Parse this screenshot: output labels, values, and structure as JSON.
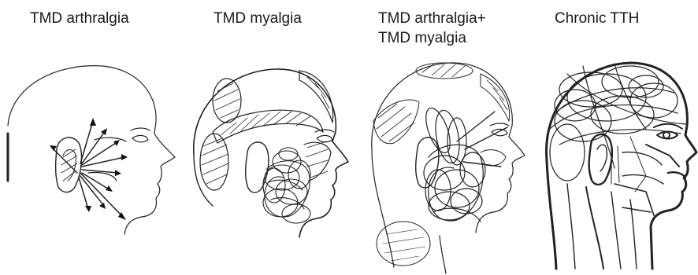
{
  "panels": [
    {
      "id": "tmd-arthralgia",
      "lines": [
        "TMD arthralgia"
      ]
    },
    {
      "id": "tmd-myalgia",
      "lines": [
        "TMD myalgia"
      ]
    },
    {
      "id": "tmd-arthralgia-myalgia",
      "lines": [
        "TMD arthralgia+",
        "TMD myalgia"
      ]
    },
    {
      "id": "chronic-tth",
      "lines": [
        "Chronic TTH"
      ]
    }
  ]
}
